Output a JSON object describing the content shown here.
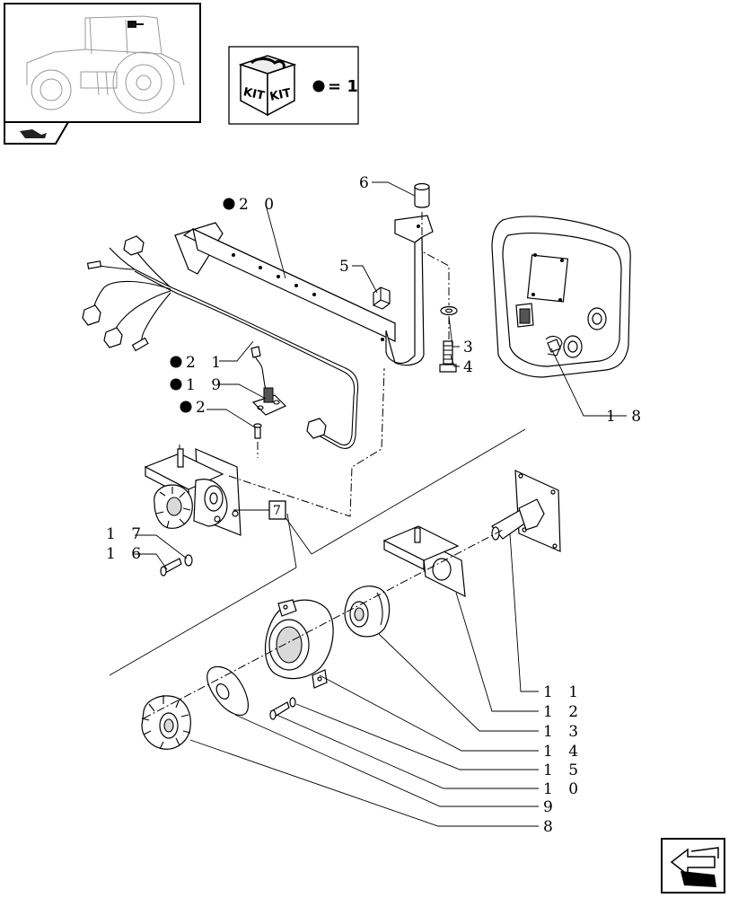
{
  "kit_legend": {
    "kit_text_1": "KIT",
    "kit_text_2": "KIT",
    "equals_text": "= 1"
  },
  "reference_box": {
    "text": "7"
  },
  "callouts": [
    {
      "id": "c6",
      "text": "6",
      "dot": false
    },
    {
      "id": "c20",
      "text": "2 0",
      "dot": true
    },
    {
      "id": "c5",
      "text": "5",
      "dot": false
    },
    {
      "id": "c3",
      "text": "3",
      "dot": false
    },
    {
      "id": "c4",
      "text": "4",
      "dot": false
    },
    {
      "id": "c21",
      "text": "2 1",
      "dot": true
    },
    {
      "id": "c19",
      "text": "1 9",
      "dot": true
    },
    {
      "id": "c2",
      "text": "2",
      "dot": true
    },
    {
      "id": "c18",
      "text": "1 8",
      "dot": false
    },
    {
      "id": "c17",
      "text": "1 7",
      "dot": false
    },
    {
      "id": "c16",
      "text": "1 6",
      "dot": false
    },
    {
      "id": "c11",
      "text": "1 1",
      "dot": false
    },
    {
      "id": "c12",
      "text": "1 2",
      "dot": false
    },
    {
      "id": "c13",
      "text": "1 3",
      "dot": false
    },
    {
      "id": "c14",
      "text": "1 4",
      "dot": false
    },
    {
      "id": "c15",
      "text": "1 5",
      "dot": false
    },
    {
      "id": "c10",
      "text": "1 0",
      "dot": false
    },
    {
      "id": "c9",
      "text": "9",
      "dot": false
    },
    {
      "id": "c8",
      "text": "8",
      "dot": false
    }
  ],
  "icons": {
    "tractor": "tractor-thumbnail-icon",
    "section": "section-tab-icon",
    "kit": "kit-box-icon",
    "nav": "next-page-arrow-icon"
  }
}
